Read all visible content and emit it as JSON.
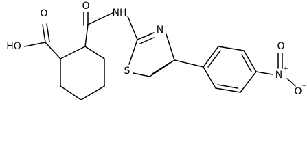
{
  "molecule": {
    "labels": {
      "acid_hydroxyl": "HO",
      "acid_carbonyl_o": "O",
      "amide_carbonyl_o": "O",
      "amide_nh": "NH",
      "thiazole_n": "N",
      "thiazole_s": "S",
      "nitro_n": "N",
      "nitro_n_charge": "+",
      "nitro_o_double": "O",
      "nitro_o_single": "O",
      "nitro_o_charge": "−"
    }
  }
}
